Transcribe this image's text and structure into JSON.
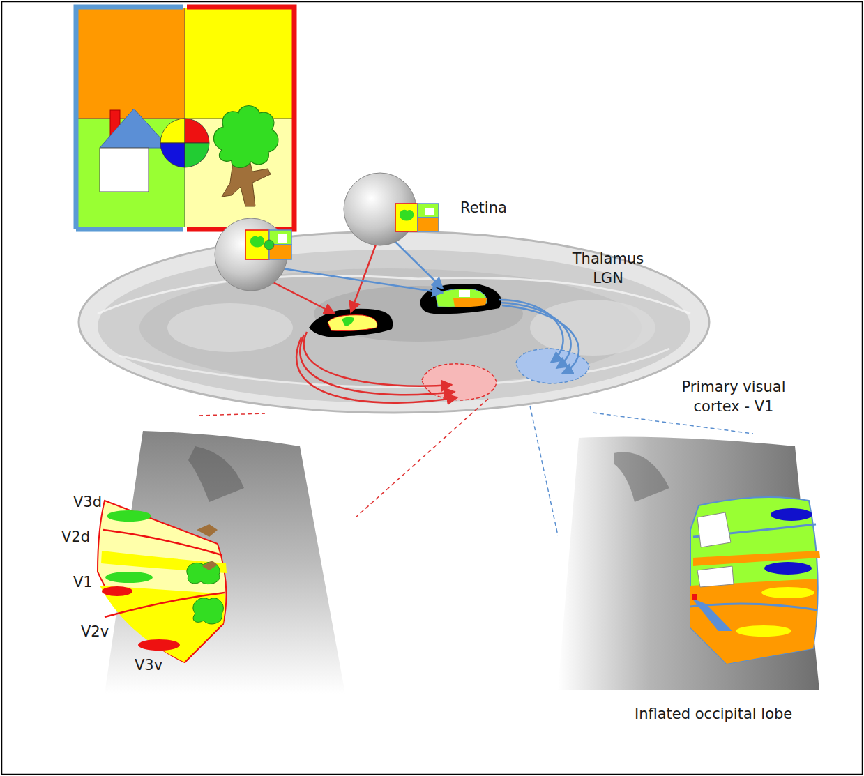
{
  "diagram": {
    "labels": [
      "Retina",
      "Thalamus LGN",
      "Primary visual cortex - V1",
      "V3d",
      "V2d",
      "V1",
      "V2v",
      "V3v",
      "Inflated occipital lobe"
    ]
  }
}
